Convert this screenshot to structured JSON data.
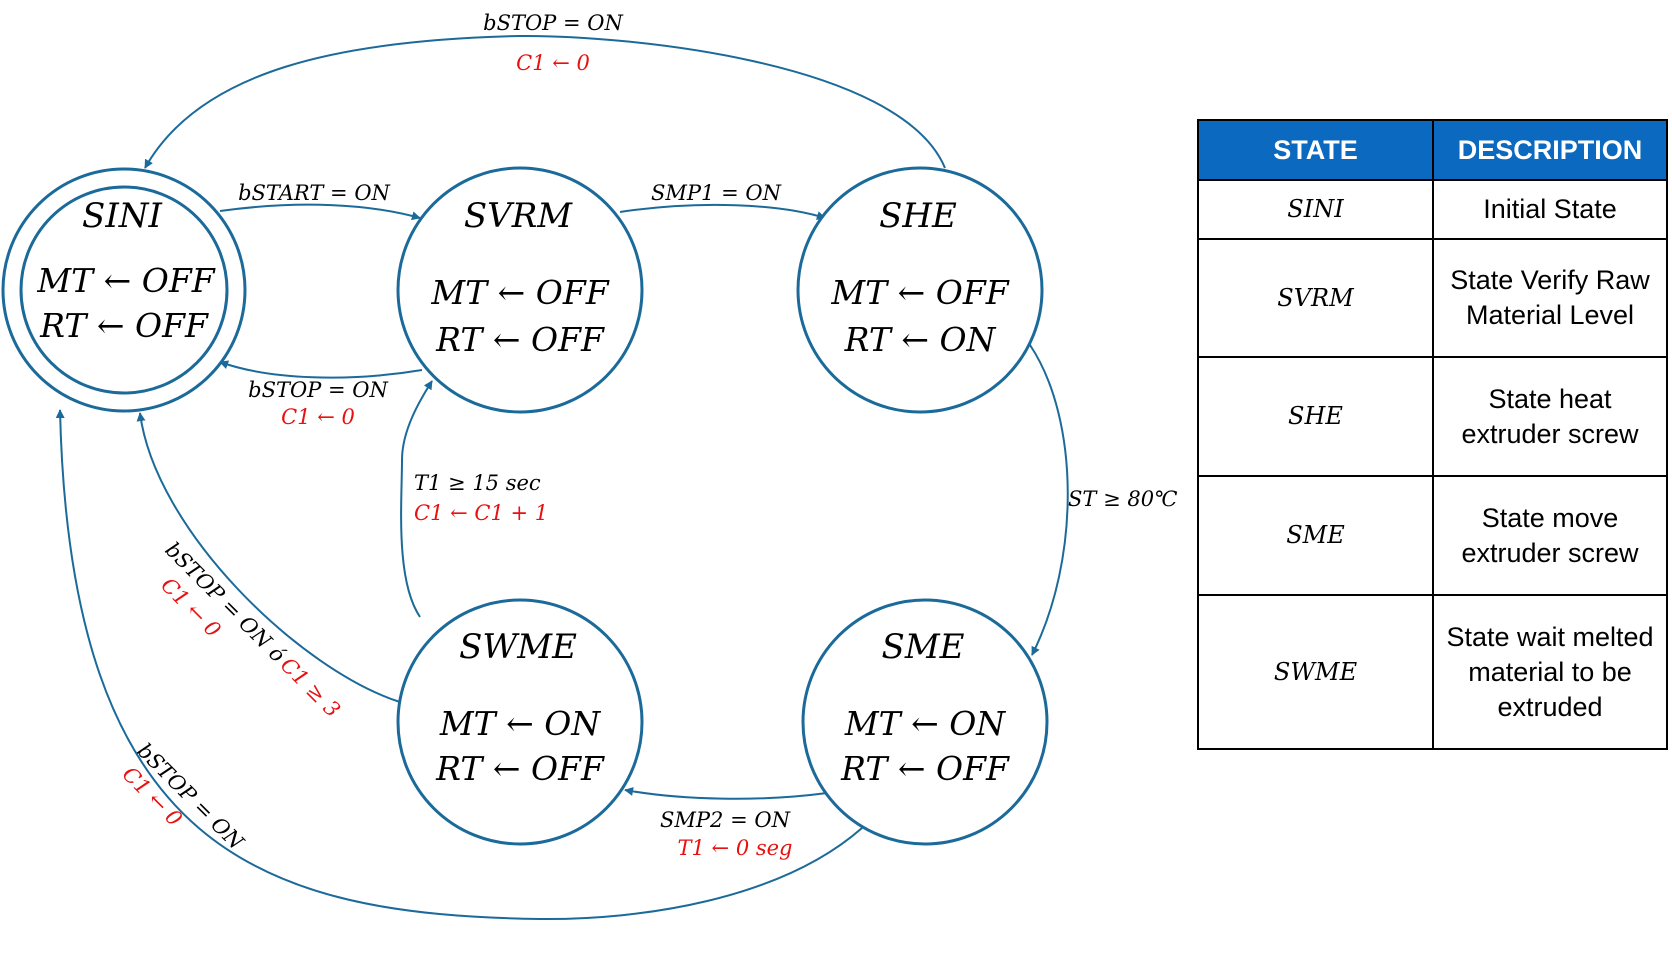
{
  "states": [
    {
      "id": "SINI",
      "name": "SINI",
      "outputs": [
        "MT ← OFF",
        "RT ← OFF"
      ]
    },
    {
      "id": "SVRM",
      "name": "SVRM",
      "outputs": [
        "MT ← OFF",
        "RT ← OFF"
      ]
    },
    {
      "id": "SHE",
      "name": "SHE",
      "outputs": [
        "MT ← OFF",
        "RT ← ON"
      ]
    },
    {
      "id": "SME",
      "name": "SME",
      "outputs": [
        "MT ← ON",
        "RT ← OFF"
      ]
    },
    {
      "id": "SWME",
      "name": "SWME",
      "outputs": [
        "MT ← ON",
        "RT ← OFF"
      ]
    }
  ],
  "transitions": [
    {
      "from": "SHE",
      "to": "SINI",
      "condition": "bSTOP = ON",
      "action": "C1 ← 0"
    },
    {
      "from": "SINI",
      "to": "SVRM",
      "condition": "bSTART = ON",
      "action": ""
    },
    {
      "from": "SVRM",
      "to": "SHE",
      "condition": "SMP1 = ON",
      "action": ""
    },
    {
      "from": "SVRM",
      "to": "SINI",
      "condition": "bSTOP = ON",
      "action": "C1 ← 0"
    },
    {
      "from": "SWME",
      "to": "SVRM",
      "condition": "T1 ≥ 15 sec",
      "action": "C1 ← C1 + 1"
    },
    {
      "from": "SHE",
      "to": "SME",
      "condition": "ST ≥ 80℃",
      "action": ""
    },
    {
      "from": "SME",
      "to": "SWME",
      "condition": "SMP2 = ON",
      "action": "T1 ← 0 seg"
    },
    {
      "from": "SWME",
      "to": "SINI",
      "condition": "bSTOP = ON ó",
      "action": "C1 ≥ 3",
      "action2": "C1 ← 0"
    },
    {
      "from": "SME",
      "to": "SINI",
      "condition": "bSTOP = ON",
      "action": "C1 ← 0"
    }
  ],
  "colors": {
    "edge": "#1b6a9a",
    "action": "#e81010",
    "table_header": "#0b6abf"
  },
  "table": {
    "headers": [
      "STATE",
      "DESCRIPTION"
    ],
    "rows": [
      [
        "SINI",
        "Initial State"
      ],
      [
        "SVRM",
        "State Verify Raw Material Level"
      ],
      [
        "SHE",
        "State heat extruder screw"
      ],
      [
        "SME",
        "State move extruder screw"
      ],
      [
        "SWME",
        "State wait melted material to be extruded"
      ]
    ]
  }
}
